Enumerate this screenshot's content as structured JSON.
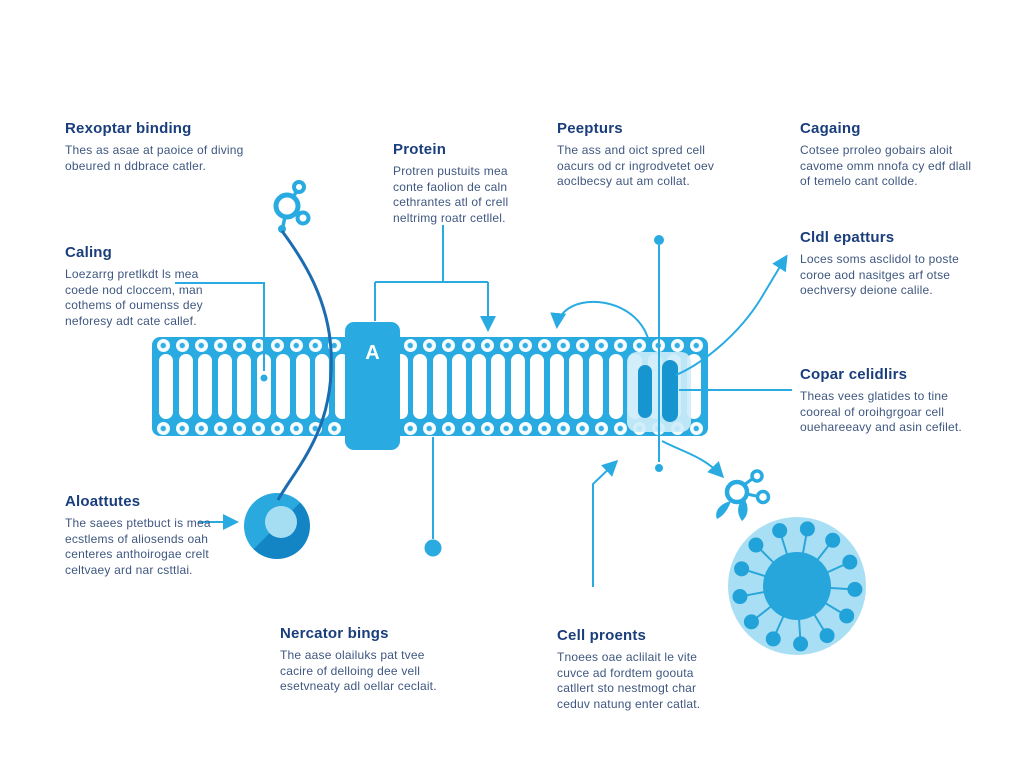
{
  "diagram_title": "cell-membrane-diagram",
  "colors": {
    "accent_blue": "#29abe2",
    "dark_line_blue": "#1b6cb0",
    "heading_navy": "#1a3e7c",
    "body_text_blue": "#3f5780",
    "light_fill": "#a9dff4",
    "mid_fill": "#1795d0",
    "dark_wedge": "#1385c5",
    "background": "#ffffff"
  },
  "icons": {
    "ligand_top": "molecule-icon",
    "ligand_right": "molecule-icon",
    "vesicle": "vesicle-icon",
    "virus": "virus-icon",
    "membrane": "lipid-bilayer"
  },
  "membrane": {
    "protein_label": "A"
  },
  "labels": {
    "receptor_binding": {
      "title": "Rexoptar binding",
      "body": "Thes as asae at paoice of diving\nobeured n ddbrace catler."
    },
    "caling": {
      "title": "Caling",
      "body": "Loezarrg pretlkdt ls mea\ncoede nod cloccem, man\ncothems of oumenss dey\nneforesy adt cate callef."
    },
    "protein": {
      "title": "Protein",
      "body": "Protren pustuits mea\nconte faolion de caln\ncethrantes atl of crell\nneltrimg roatr cetllel."
    },
    "peepturs": {
      "title": "Peepturs",
      "body": "The ass and oict spred cell\noacurs od cr ingrodvetet oev\naoclbecsy aut am collat."
    },
    "cagaing": {
      "title": "Cagaing",
      "body": "Cotsee prroleo gobairs aloit\ncavome omm nnofa cy edf dlall\nof temelo cant collde."
    },
    "cldl_epatturs": {
      "title": "Cldl epatturs",
      "body": "Loces soms asclidol to poste\ncoroe aod nasitges arf otse\noechversy deione calile."
    },
    "coparcelidlirs": {
      "title": "Copar celidlirs",
      "body": "Theas vees glatides to tine\ncooreal of oroihgrgoar cell\nouehareeavy and asin cefilet."
    },
    "aloattutes": {
      "title": "Aloattutes",
      "body": "The saees ptetbuct is mea\necstlems of aliosends oah\ncenteres anthoirogae crelt\nceltvaey ard nar csttlai."
    },
    "nercator_bings": {
      "title": "Nercator bings",
      "body": "The aase olailuks pat tvee\ncacire of delloing dee vell\nesetvneaty adl oellar ceclait."
    },
    "cell_proents": {
      "title": "Cell proents",
      "body": "Tnoees oae aclilait le vite\ncuvce ad fordtem goouta\ncatllert sto nestmogt char\nceduv natung enter catlat."
    }
  }
}
